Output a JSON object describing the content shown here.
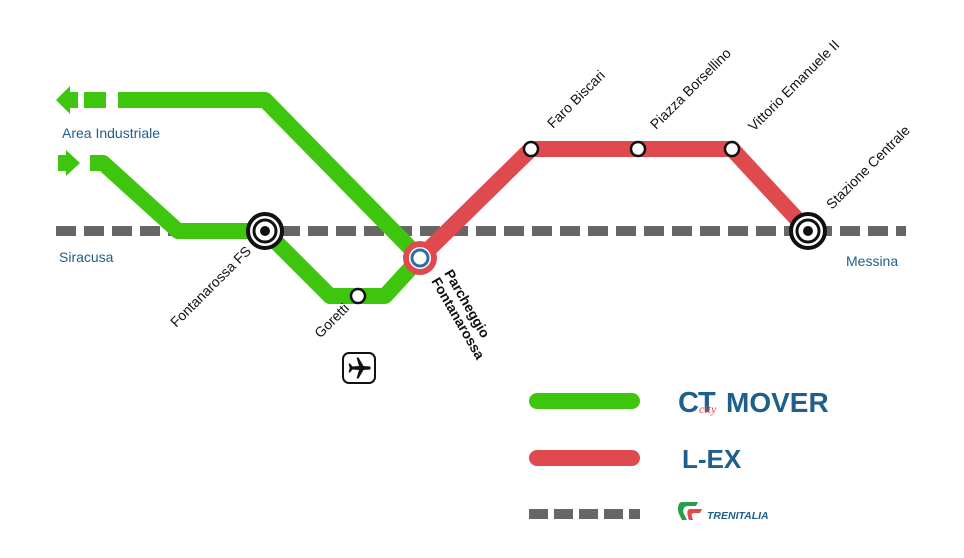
{
  "destinations": {
    "area_industriale": "Area Industriale",
    "siracusa": "Siracusa",
    "messina": "Messina"
  },
  "stations": {
    "fontanarossa_fs": "Fontanarossa FS",
    "goretti": "Goretti",
    "parcheggio_line1": "Parcheggio",
    "parcheggio_line2": "Fontanarossa",
    "faro_biscari": "Faro Biscari",
    "piazza_borsellino": "Piazza Borsellino",
    "vittorio_emanuele": "Vittorio Emanuele II",
    "stazione_centrale": "Stazione Centrale"
  },
  "legend": {
    "ctmover": {
      "logo_left": "CT",
      "logo_script": "city",
      "logo_right": "MOVER"
    },
    "lex": {
      "label": "L-EX"
    },
    "trenitalia": {
      "label": "TRENITALIA"
    }
  },
  "colors": {
    "green_line": "#3ec60f",
    "red_line": "#df4a4e",
    "rail": "#666666",
    "dest_text": "#1f5f8b",
    "brand_blue": "#1f5f8b"
  },
  "icons": {
    "airport": "airplane-icon",
    "trenitalia": "trenitalia-logo-icon"
  }
}
